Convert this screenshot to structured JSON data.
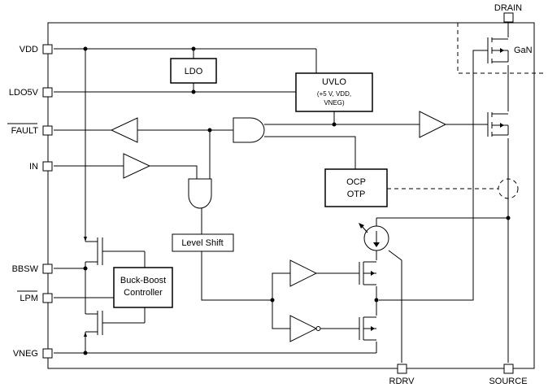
{
  "pins": {
    "vdd": "VDD",
    "ldo5v": "LDO5V",
    "fault": "FAULT",
    "in": "IN",
    "bbsw": "BBSW",
    "lpm": "LPM",
    "vneg": "VNEG",
    "drain": "DRAIN",
    "rdrv": "RDRV",
    "source": "SOURCE"
  },
  "blocks": {
    "ldo": "LDO",
    "uvlo_title": "UVLO",
    "uvlo_line1": "(+5 V, VDD,",
    "uvlo_line2": "VNEG)",
    "ocp": "OCP",
    "otp": "OTP",
    "level_shift": "Level Shift",
    "bb_line1": "Buck-Boost",
    "bb_line2": "Controller",
    "gan": "GaN"
  },
  "colors": {
    "stroke": "#000000",
    "background": "#ffffff"
  }
}
